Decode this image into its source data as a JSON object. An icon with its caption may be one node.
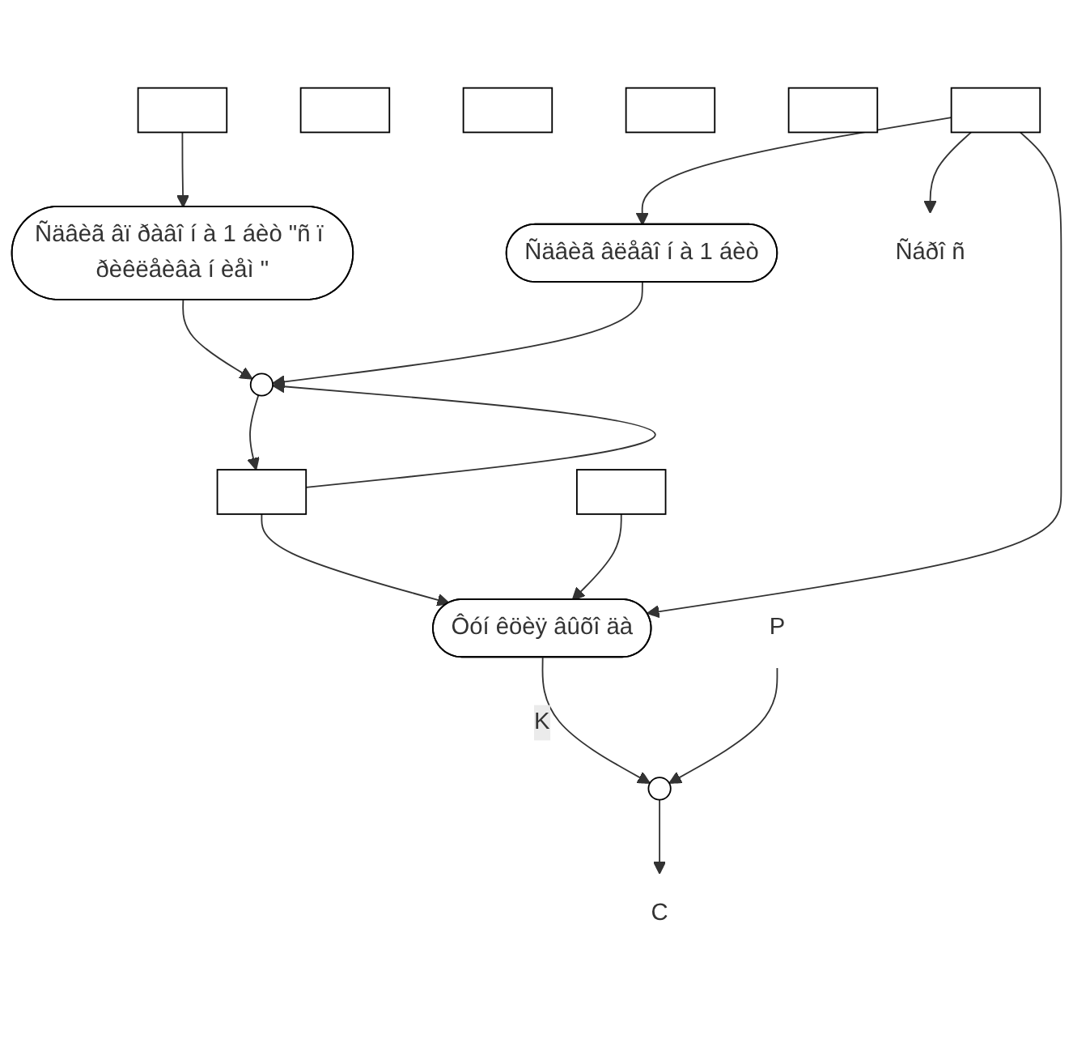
{
  "diagram": {
    "nodes": [
      {
        "text": [],
        "shape": "circle"
      },
      {
        "text": [
          "Ñäâèã âï ðàâî í à 1 áèò \"ñ ï ðèêëåèâà í èåì \""
        ]
      },
      {
        "text": [
          "Ñäâèã âëåâî í à 1 áèò"
        ]
      },
      {
        "text": [],
        "shape": "box"
      },
      {
        "text": [],
        "shape": "box"
      },
      {
        "text": [],
        "shape": "box"
      },
      {
        "text": [],
        "shape": "box"
      },
      {
        "text": [],
        "shape": "box"
      },
      {
        "text": [],
        "shape": "box"
      },
      {
        "text": [],
        "shape": "box"
      },
      {
        "text": [],
        "shape": "box"
      },
      {
        "text": [
          "Ñáðî ñ"
        ]
      },
      {
        "text": [
          "Ôóí êöèÿ âûõî äà"
        ]
      },
      {
        "text": [
          "P"
        ]
      },
      {
        "text": [],
        "shape": "circle"
      },
      {
        "text": [
          "C"
        ]
      }
    ],
    "edges": [
      {
        "from": 0,
        "to": 3,
        "arrow": "to"
      },
      {
        "from": 3,
        "to": 0,
        "arrow": "to"
      },
      {
        "from": 4,
        "to": 1,
        "arrow": "to"
      },
      {
        "from": 1,
        "to": 0,
        "arrow": "to"
      },
      {
        "from": 10,
        "to": 2,
        "arrow": "to"
      },
      {
        "from": 2,
        "to": 0,
        "arrow": "to"
      },
      {
        "from": 10,
        "to": 11,
        "arrow": "to"
      },
      {
        "from": 3,
        "to": 12,
        "arrow": "to"
      },
      {
        "from": 5,
        "to": 12,
        "arrow": "to"
      },
      {
        "from": 10,
        "to": 12,
        "arrow": "to"
      },
      {
        "from": 12,
        "to": 14,
        "arrow": "to",
        "label": "K"
      },
      {
        "from": 13,
        "to": 14,
        "arrow": "to"
      },
      {
        "from": 14,
        "to": 15,
        "arrow": "to"
      }
    ]
  }
}
